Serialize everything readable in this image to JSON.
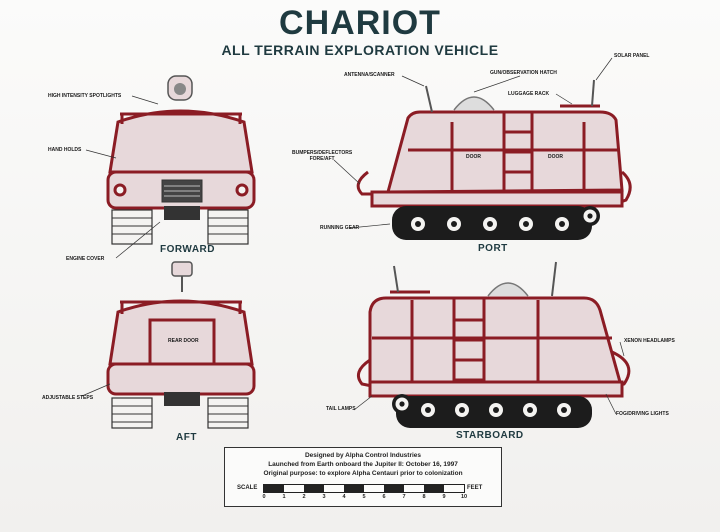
{
  "header": {
    "title": "CHARIOT",
    "subtitle": "ALL TERRAIN EXPLORATION VEHICLE"
  },
  "views": {
    "forward": "FORWARD",
    "port": "PORT",
    "aft": "AFT",
    "starboard": "STARBOARD"
  },
  "callouts": {
    "high_intensity_spotlights": "HIGH INTENSITY SPOTLIGHTS",
    "hand_holds": "HAND HOLDS",
    "engine_cover": "ENGINE COVER",
    "antenna_scanner": "ANTENNA/SCANNER",
    "gun_observation_hatch": "GUN/OBSERVATION HATCH",
    "solar_panel": "SOLAR PANEL",
    "luggage_rack": "LUGGAGE RACK",
    "bumpers_deflectors": "BUMPERS/DEFLECTORS",
    "bumpers_deflectors_2": "FORE/AFT",
    "running_gear": "RUNNING GEAR",
    "door_left": "DOOR",
    "door_right": "DOOR",
    "rear_door": "REAR DOOR",
    "adjustable_steps": "ADJUSTABLE STEPS",
    "xenon_headlamps": "XENON HEADLAMPS",
    "tail_lamps": "TAIL LAMPS",
    "fog_driving_lights": "FOG/DRIVING LIGHTS"
  },
  "info_box": {
    "line1": "Designed by Alpha Control Industries",
    "line2": "Launched from Earth onboard the Jupiter II: October 16, 1997",
    "line3": "Original purpose: to explore Alpha Centauri prior to colonization",
    "scale_label": "SCALE",
    "feet_label": "FEET",
    "ticks": [
      "0",
      "1",
      "2",
      "3",
      "4",
      "5",
      "6",
      "7",
      "8",
      "9",
      "10"
    ]
  },
  "colors": {
    "outline": "#8b1c24",
    "body_fill": "#e7d8da",
    "title": "#1f3a40"
  }
}
